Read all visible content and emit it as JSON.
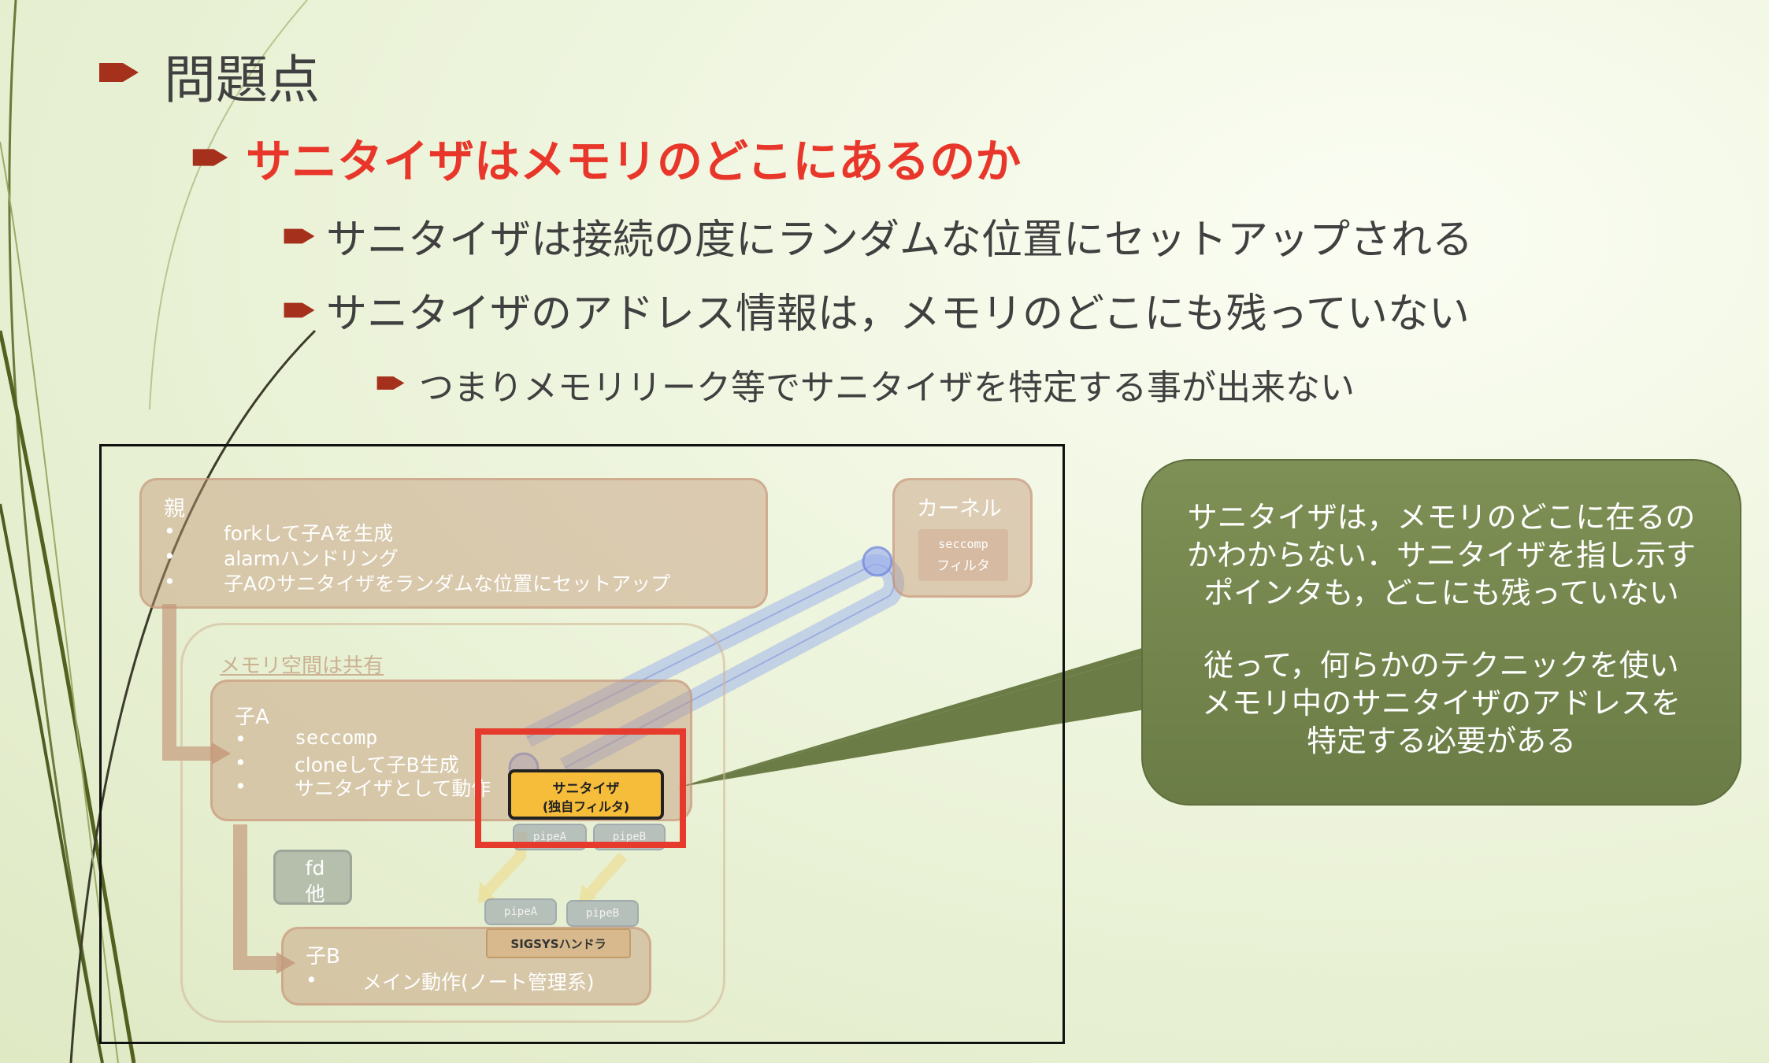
{
  "slide": {
    "heading": "問題点",
    "subheading": "サニタイザはメモリのどこにあるのか",
    "points": [
      "サニタイザは接続の度にランダムな位置にセットアップされる",
      "サニタイザのアドレス情報は，メモリのどこにも残っていない"
    ],
    "subpoint": "つまりメモリリーク等でサニタイザを特定する事が出来ない"
  },
  "diagram": {
    "parent": {
      "title": "親",
      "bullet": "•",
      "items": [
        "forkして子Aを生成",
        "alarmハンドリング",
        "子Aのサニタイザをランダムな位置にセットアップ"
      ]
    },
    "shared_label": "メモリ空間は共有",
    "childA": {
      "title": "子A",
      "bullet": "•",
      "items": [
        "seccomp",
        "cloneして子B生成",
        "サニタイザとして動作"
      ]
    },
    "childB": {
      "title": "子B",
      "bullet": "•",
      "items": [
        "メイン動作(ノート管理系)"
      ]
    },
    "kernel": {
      "title": "カーネル",
      "filter_line1": "seccomp",
      "filter_line2": "フィルタ"
    },
    "fd": {
      "line1": "fd",
      "line2": "他"
    },
    "sanitizer": {
      "line1": "サニタイザ",
      "line2": "(独自フィルタ)"
    },
    "pipes": {
      "a": "pipeA",
      "b": "pipeB"
    },
    "sigsys": "SIGSYSハンドラ"
  },
  "callout": {
    "para1": [
      "サニタイザは，メモリのどこに在るの",
      "かわからない．サニタイザを指し示す",
      "ポインタも，どこにも残っていない"
    ],
    "para2": [
      "従って，何らかのテクニックを使い",
      "メモリ中のサニタイザのアドレスを",
      "特定する必要がある"
    ]
  },
  "colors": {
    "accent_red": "#e8372a",
    "bullet_brown": "#a5301b",
    "callout_green": "#76884f",
    "sanitizer_yellow": "#f6bd3a",
    "highlight_red": "#e53a2c"
  }
}
